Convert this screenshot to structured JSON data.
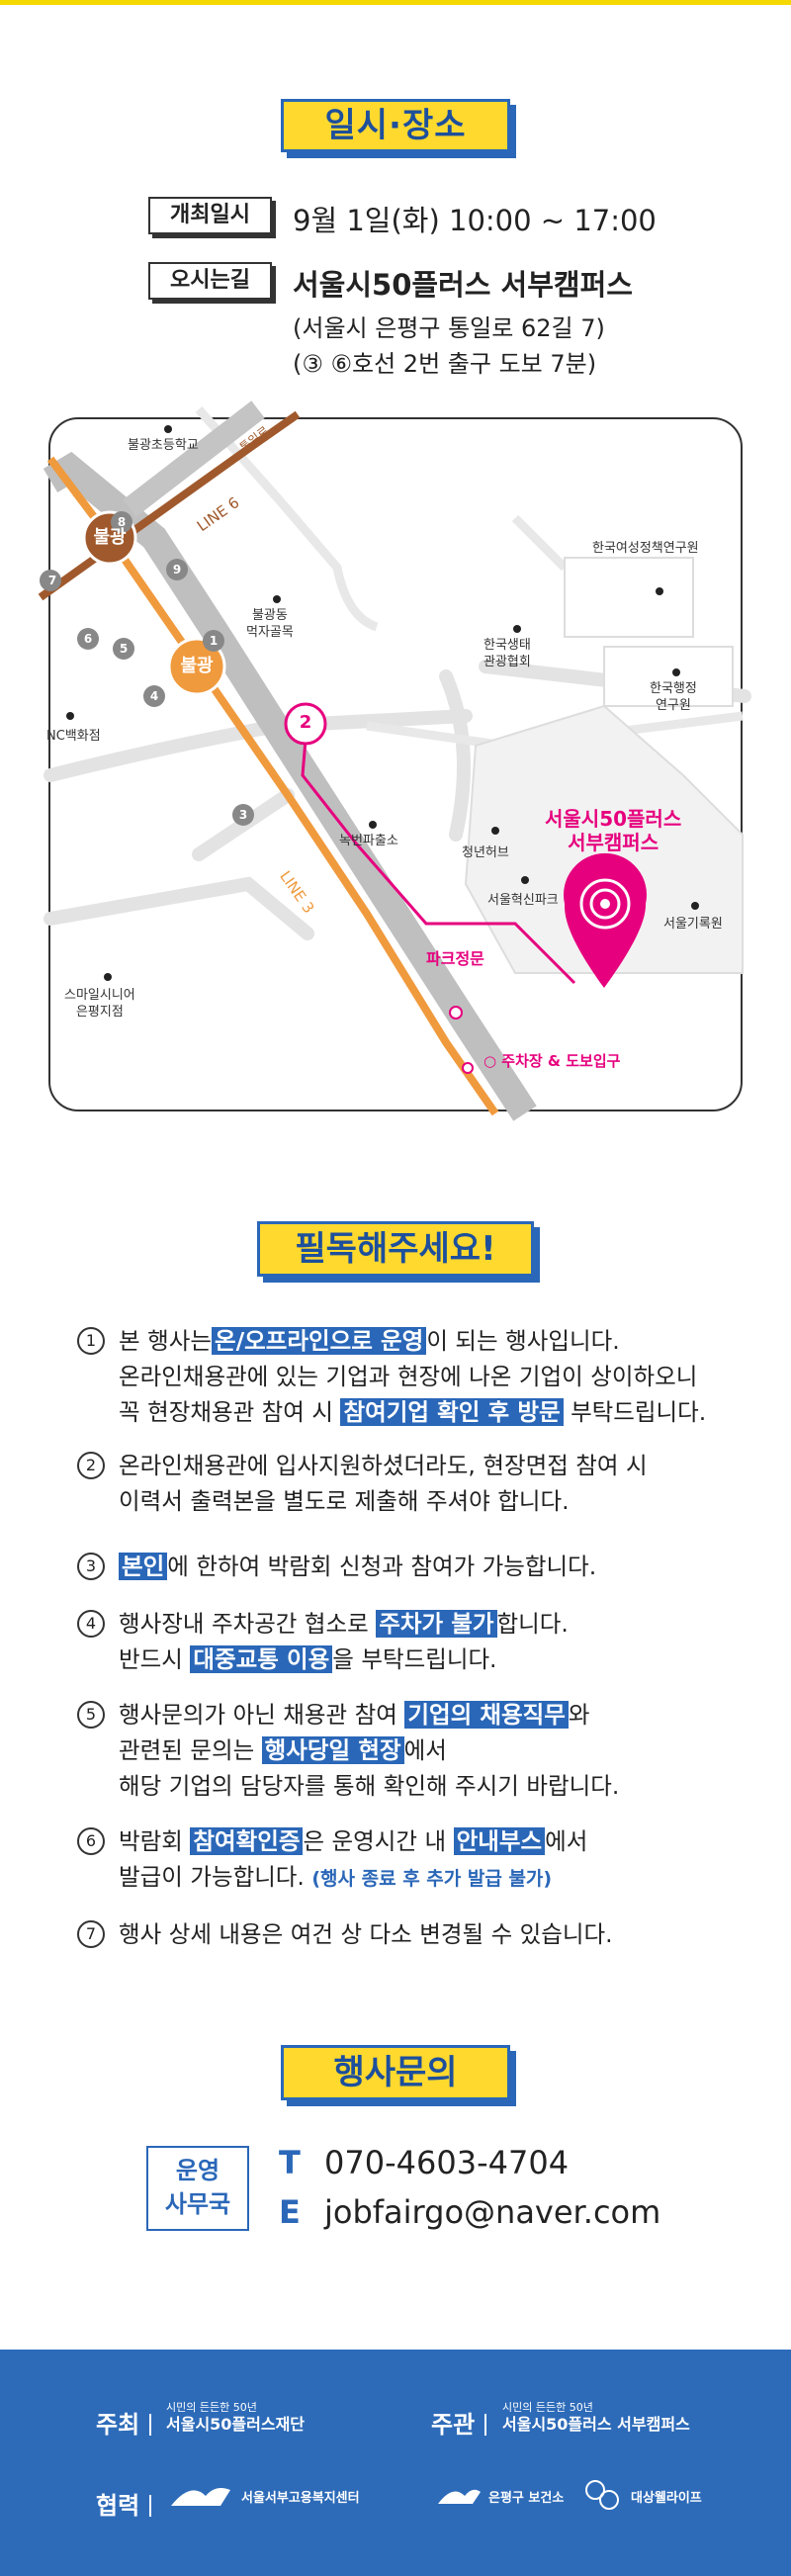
{
  "heading1": "일시·장소",
  "schedule": {
    "label": "개최일시",
    "value": "9월 1일(화) 10:00 ~ 17:00"
  },
  "venue": {
    "label": "오시는길",
    "name": "서울시50플러스 서부캠퍼스",
    "address": "(서울시 은평구 통일로 62길 7)",
    "transit": "(③ ⑥호선 2번 출구 도보 7분)"
  },
  "map": {
    "labels": {
      "school": "불광초등학교",
      "road": "통일로",
      "line6": "LINE 6",
      "line3": "LINE 3",
      "station_bulgwang_6": "불광",
      "station_bulgwang_3": "불광",
      "exit2": "2",
      "food_alley": "불광동\n먹자골목",
      "nc": "NC백화점",
      "eco": "한국생태\n관광협회",
      "kwdi": "한국여성정책연구원",
      "kipa": "한국행정\n연구원",
      "police": "녹번파출소",
      "youth": "청년허브",
      "innovation": "서울혁신파크",
      "archives": "서울기록원",
      "smile": "스마일시니어\n은평지점",
      "campus": "서울시50플러스\n서부캠퍼스",
      "park_gate": "파크정문",
      "parking": "○ 주차장 & 도보입구"
    },
    "exits": [
      "8",
      "9",
      "7",
      "6",
      "5",
      "1",
      "4",
      "3"
    ]
  },
  "heading2": "필독해주세요!",
  "notices": [
    {
      "num": "1",
      "parts": [
        "본 행사는",
        "온/오프라인으로 운영",
        "이 되는 행사입니다."
      ],
      "line2": "온라인채용관에 있는 기업과 현장에 나온 기업이 상이하오니",
      "line3a": "꼭 현장채용관 참여 시 ",
      "line3b": "참여기업 확인 후 방문",
      "line3c": " 부탁드립니다."
    },
    {
      "num": "2",
      "line1": "온라인채용관에 입사지원하셨더라도, 현장면접 참여 시",
      "line2": "이력서 출력본을 별도로 제출해 주셔야 합니다."
    },
    {
      "num": "3",
      "hl": "본인",
      "rest": "에 한하여 박람회 신청과 참여가 가능합니다."
    },
    {
      "num": "4",
      "a": "행사장내 주차공간 협소로 ",
      "hl1": "주차가 불가",
      "b": "합니다.",
      "c": "반드시 ",
      "hl2": "대중교통 이용",
      "d": "을 부탁드립니다."
    },
    {
      "num": "5",
      "a": "행사문의가 아닌 채용관 참여 ",
      "hl1": "기업의 채용직무",
      "b": "와",
      "c": "관련된 문의는 ",
      "hl2": "행사당일 현장",
      "d": "에서",
      "e": "해당 기업의 담당자를 통해 확인해 주시기 바랍니다."
    },
    {
      "num": "6",
      "a": "박람회 ",
      "hl1": "참여확인증",
      "b": "은 운영시간 내 ",
      "hl2": "안내부스",
      "c": "에서",
      "d": "발급이 가능합니다. ",
      "e": "(행사 종료 후 추가 발급 불가)"
    },
    {
      "num": "7",
      "text": "행사 상세 내용은 여건 상 다소 변경될 수 있습니다."
    }
  ],
  "heading3": "행사문의",
  "contact": {
    "office": "운영\n사무국",
    "office_line1": "운영",
    "office_line2": "사무국",
    "tel_label": "T",
    "tel": "070-4603-4704",
    "email_label": "E",
    "email": "jobfairgo@naver.com"
  },
  "footer": {
    "host_label": "주최",
    "host_small": "시민의 든든한 50년",
    "host": "서울시50플러스재단",
    "organizer_label": "주관",
    "organizer_small": "시민의 든든한 50년",
    "organizer": "서울시50플러스 서부캠퍼스",
    "coop_label": "협력",
    "coop1": "서울서부고용복지센터",
    "coop2": "은평구 보건소",
    "coop3": "대상웰라이프"
  },
  "colors": {
    "yellow": "#ffd92e",
    "blue": "#2a67b8",
    "pink": "#e6007e",
    "line3": "#f09a3e",
    "line6": "#a0592c",
    "footer": "#2d6bb9"
  }
}
